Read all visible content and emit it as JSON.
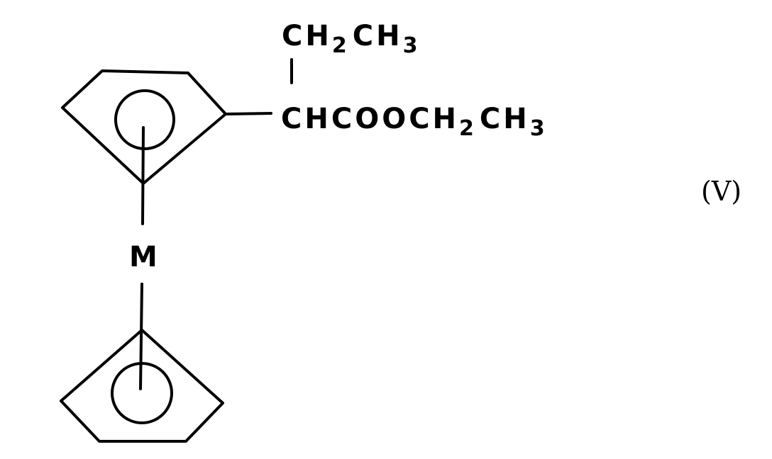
{
  "figure": {
    "type": "chemical-structure",
    "description": "Metallocene with an ethyl 2-substituted butanoate group on the upper cyclopentadienyl ring",
    "compound_label": "(V)",
    "metal_center": "M",
    "substituent": {
      "branch_top": {
        "parts": [
          "CH",
          "2",
          "CH",
          "3"
        ],
        "text": "CH2CH3"
      },
      "main_chain": {
        "parts": [
          "CHCOOCH",
          "2",
          "CH",
          "3"
        ],
        "text": "CHCOOCH2CH3"
      }
    },
    "rings": [
      {
        "name": "upper-cyclopentadienyl-ring",
        "aromatic_circle": true
      },
      {
        "name": "lower-cyclopentadienyl-ring",
        "aromatic_circle": true
      }
    ],
    "colors": {
      "ink": "#000000",
      "background": "#ffffff"
    }
  }
}
